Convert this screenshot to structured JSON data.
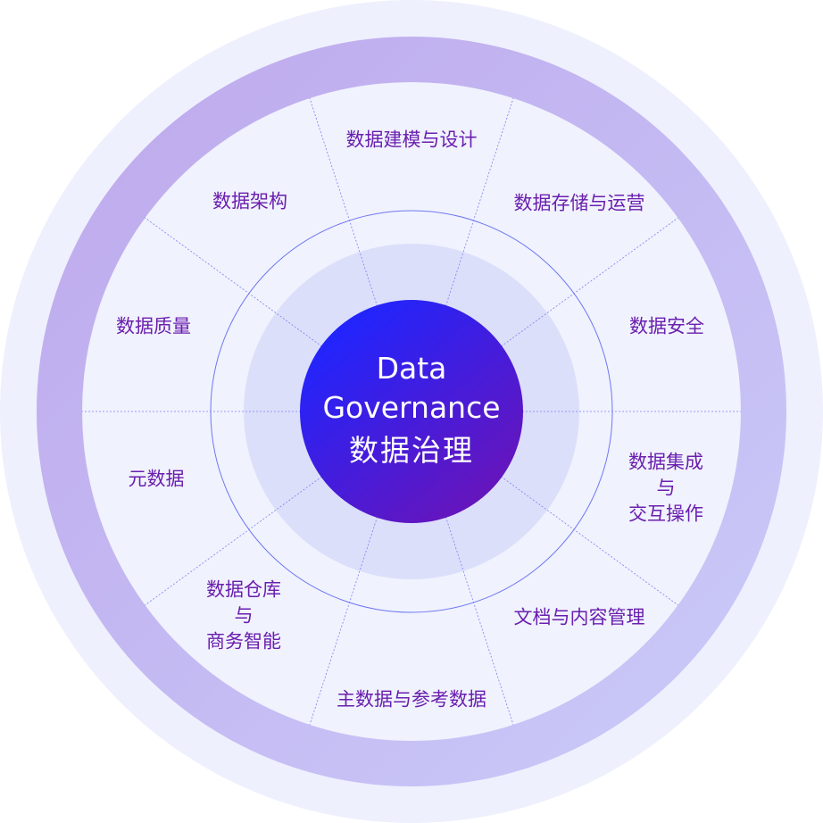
{
  "center": {
    "title_en_line1": "Data",
    "title_en_line2": "Governance",
    "title_zh": "数据治理"
  },
  "segments": [
    {
      "label": "数据建模与设计"
    },
    {
      "label": "数据存储与运营"
    },
    {
      "label": "数据安全"
    },
    {
      "line1": "数据集成",
      "line2": "与",
      "line3": "交互操作"
    },
    {
      "label": "文档与内容管理"
    },
    {
      "label": "主数据与参考数据"
    },
    {
      "line1": "数据仓库",
      "line2": "与",
      "line3": "商务智能"
    },
    {
      "label": "元数据"
    },
    {
      "label": "数据质量"
    },
    {
      "label": "数据架构"
    }
  ],
  "colors": {
    "outer": "#eef0fd",
    "ring_start": "#bea8ec",
    "ring_end": "#cacbf9",
    "inner": "#f0f2fe",
    "mid": "#dcdffa",
    "line": "#6e74f0",
    "center_start": "#1f25ff",
    "center_end": "#6a14b8",
    "label": "#6a1fae"
  }
}
